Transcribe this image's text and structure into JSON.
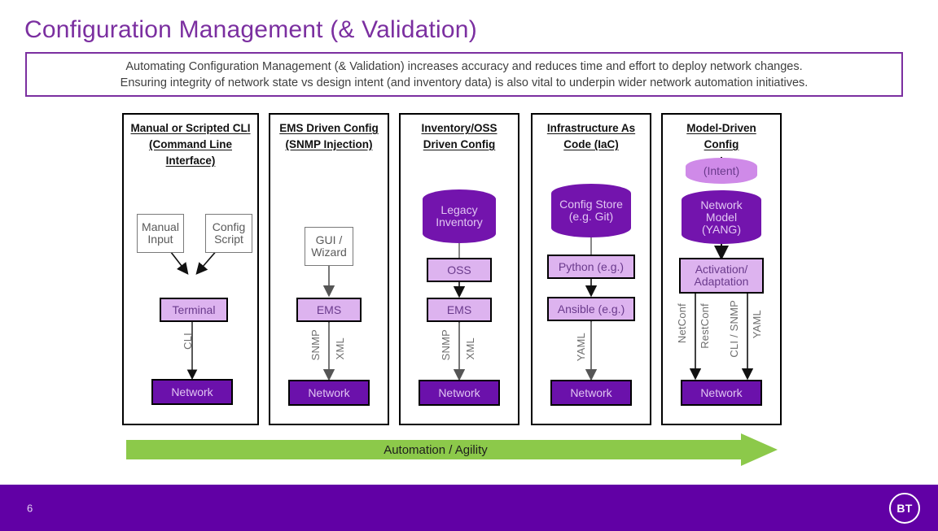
{
  "slide": {
    "title": "Configuration Management (& Validation)",
    "callout": [
      "Automating Configuration Management (& Validation) increases accuracy and reduces time and effort to deploy network changes.",
      "Ensuring integrity of network state vs design intent (and inventory data) is also vital to underpin wider network automation initiatives."
    ],
    "progress_arrow_label": "Automation / Agility",
    "page_number": "6",
    "logo_text": "BT"
  },
  "colors": {
    "brand_purple": "#6100a5",
    "title_purple": "#7b2fa0",
    "dark_node": "#6b11ab",
    "light_node": "#ddb3ef",
    "cylinder_dark": "#7314ad",
    "cylinder_light": "#cf8ae8",
    "green": "#8cc94a",
    "callout_border": "#7b2fa0"
  },
  "columns": [
    {
      "id": "manual-cli",
      "title_lines": [
        "Manual or Scripted CLI",
        "(Command Line",
        "Interface)"
      ],
      "nodes": {
        "manual_input": "Manual Input",
        "config_script": "Config Script",
        "terminal": "Terminal",
        "network": "Network"
      },
      "edge_labels": {
        "cli": "CLI"
      }
    },
    {
      "id": "ems-driven",
      "title_lines": [
        "EMS Driven Config",
        "(SNMP Injection)"
      ],
      "nodes": {
        "gui_wizard": "GUI / Wizard",
        "ems": "EMS",
        "network": "Network"
      },
      "edge_labels": {
        "snmp": "SNMP",
        "xml": "XML"
      }
    },
    {
      "id": "inventory-oss",
      "title_lines": [
        "Inventory/OSS",
        "Driven Config"
      ],
      "nodes": {
        "legacy_inventory": "Legacy Inventory",
        "oss": "OSS",
        "ems": "EMS",
        "network": "Network"
      },
      "edge_labels": {
        "snmp": "SNMP",
        "xml": "XML"
      }
    },
    {
      "id": "iac",
      "title_lines": [
        "Infrastructure As",
        "Code (IaC)"
      ],
      "nodes": {
        "config_store": "Config Store (e.g. Git)",
        "python": "Python (e.g.)",
        "ansible": "Ansible (e.g.)",
        "network": "Network"
      },
      "edge_labels": {
        "yaml": "YAML"
      }
    },
    {
      "id": "model-driven",
      "title_lines": [
        "Model-Driven",
        "Config"
      ],
      "nodes": {
        "intent": "(Intent)",
        "network_model": "Network Model (YANG)",
        "activation": "Activation/ Adaptation",
        "network": "Network"
      },
      "edge_labels": {
        "netconf": "NetConf",
        "restconf": "RestConf",
        "cli_snmp": "CLI / SNMP",
        "yaml": "YAML"
      }
    }
  ]
}
